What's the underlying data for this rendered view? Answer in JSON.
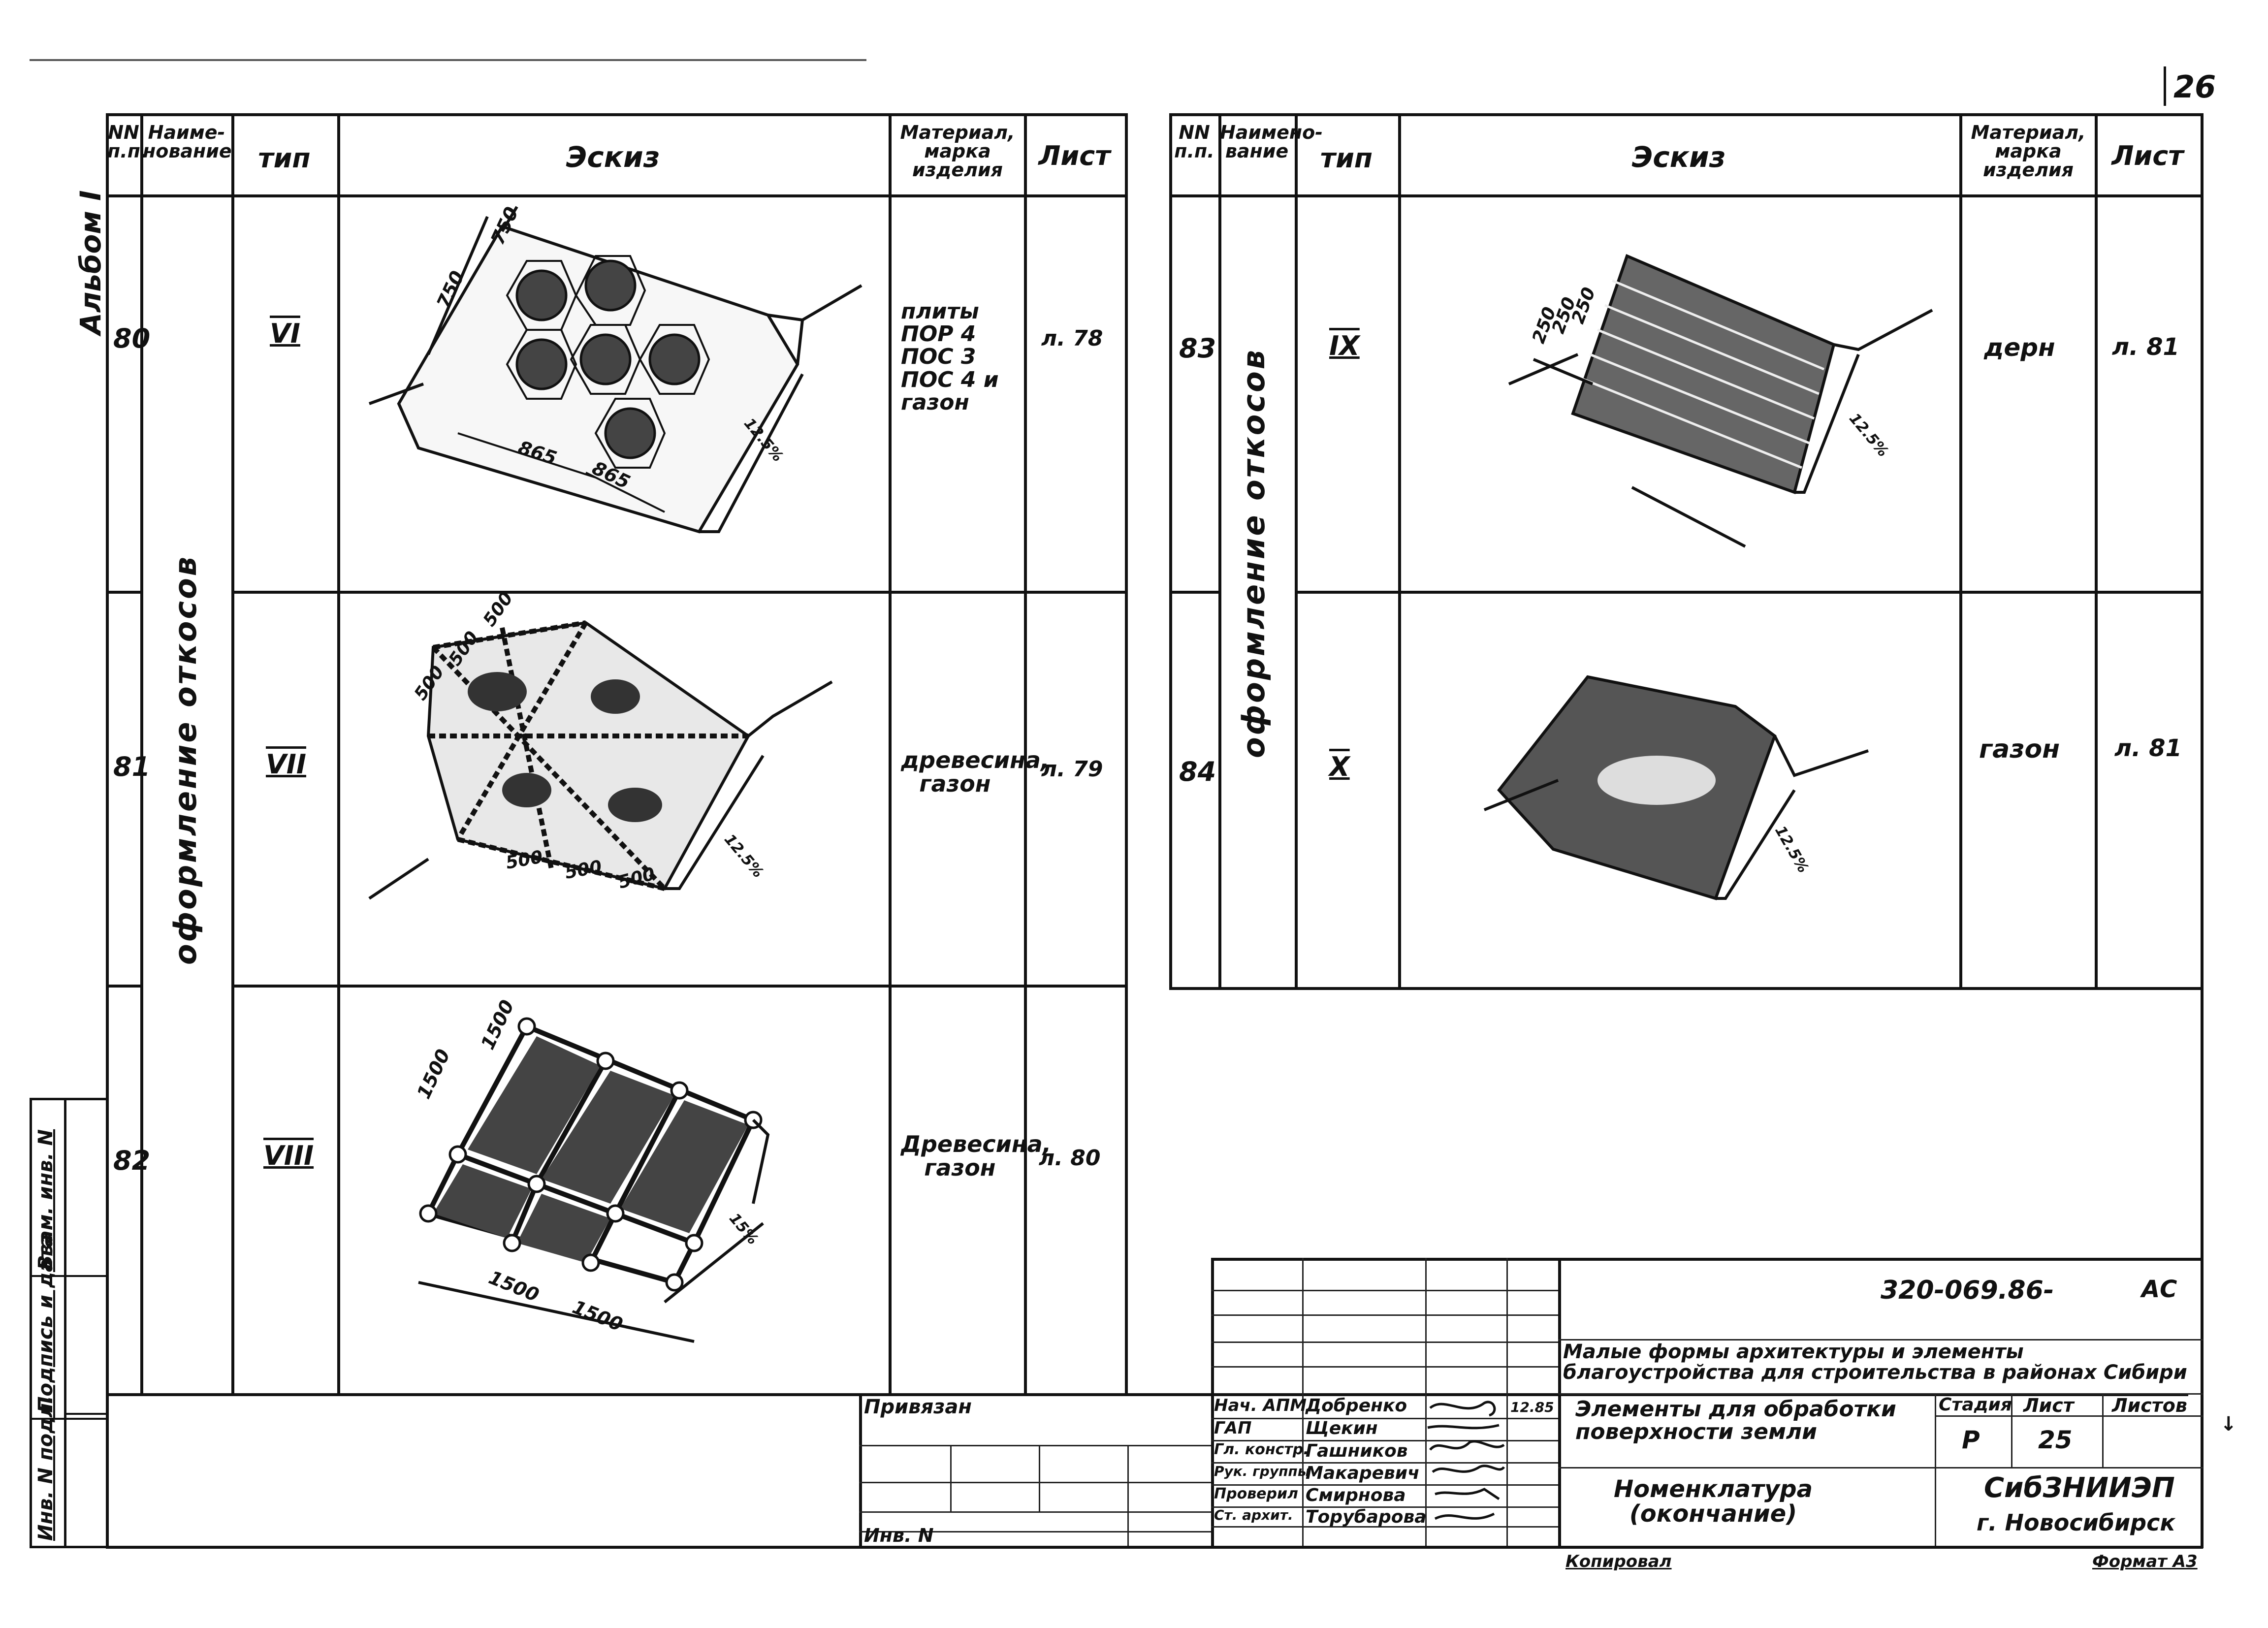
{
  "page_number": "26",
  "album_label": "Альбом I",
  "left_table": {
    "headers": {
      "num": "NN п.п.",
      "name": "Наиме-нование",
      "type": "тип",
      "sketch": "Эскиз",
      "material": "Материал, марка изделия",
      "sheet": "Лист"
    },
    "group_label": "оформление откосов",
    "rows": [
      {
        "num": "80",
        "type": "VI",
        "material": "плиты ПОР 4 ПОС 3 ПОС 4 и газон",
        "sheet": "л. 78",
        "dims": [
          "750",
          "750",
          "865",
          "865",
          "12.5%"
        ]
      },
      {
        "num": "81",
        "type": "VII",
        "material": "древесина, газон",
        "sheet": "л. 79",
        "dims": [
          "500",
          "500",
          "500",
          "500",
          "500",
          "500",
          "12.5%"
        ]
      },
      {
        "num": "82",
        "type": "VIII",
        "material": "Древесина, газон",
        "sheet": "л. 80",
        "dims": [
          "1500",
          "1500",
          "1500",
          "1500",
          "15%"
        ]
      }
    ]
  },
  "right_table": {
    "headers": {
      "num": "NN п.п.",
      "name": "Наимено-вание",
      "type": "тип",
      "sketch": "Эскиз",
      "material": "Материал, марка изделия",
      "sheet": "Лист"
    },
    "group_label": "оформление откосов",
    "rows": [
      {
        "num": "83",
        "type": "IX",
        "material": "дерн",
        "sheet": "л. 81",
        "dims": [
          "250",
          "250",
          "250",
          "12.5%"
        ]
      },
      {
        "num": "84",
        "type": "X",
        "material": "газон",
        "sheet": "л. 81",
        "dims": [
          "12.5%"
        ]
      }
    ]
  },
  "side_stamp": [
    "Инв. N подл.",
    "Подпись и дата",
    "Взам. инв. N"
  ],
  "title_block": {
    "doc_code": "320-069.86-",
    "doc_suffix": "АС",
    "project_title": "Малые формы архитектуры и элементы благоустройства для строительства в районах Сибири",
    "privyazan": "Привязан",
    "inv_label": "Инв. N",
    "signatures": [
      {
        "role": "Нач. АПМ",
        "name": "Добренко"
      },
      {
        "role": "ГАП",
        "name": "Щекин"
      },
      {
        "role": "Гл. констр.",
        "name": "Гашников"
      },
      {
        "role": "Рук. группы",
        "name": "Макаревич"
      },
      {
        "role": "Проверил",
        "name": "Смирнова"
      },
      {
        "role": "Ст. архит.",
        "name": "Торубарова"
      }
    ],
    "date": "12.85",
    "sheet_title": "Элементы для обработки поверхности земли",
    "content_title": "Номенклатура (окончание)",
    "stage_label": "Стадия",
    "sheet_label": "Лист",
    "sheets_label": "Листов",
    "stage_value": "Р",
    "sheet_value": "25",
    "org": "СибЗНИИЭП",
    "city": "г. Новосибирск",
    "copy_label": "Копировал",
    "format_label": "Формат А3"
  }
}
